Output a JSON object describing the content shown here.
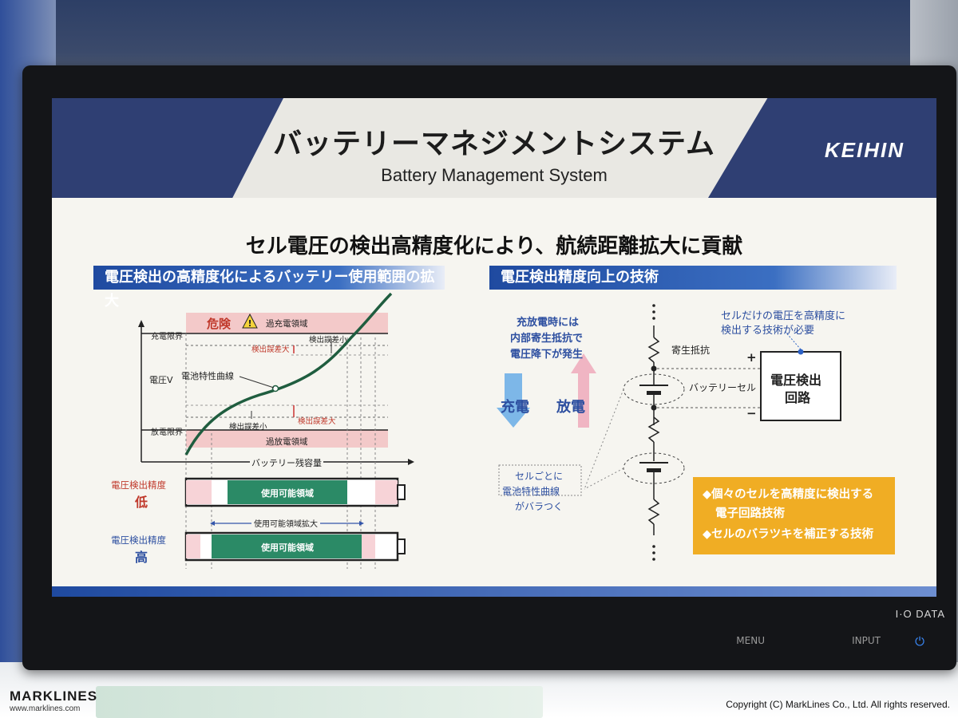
{
  "screen": {
    "title_jp": "バッテリーマネジメントシステム",
    "title_en": "Battery Management System",
    "logo": "KEIHIN",
    "headline": "セル電圧の検出高精度化により、航続距離拡大に貢献",
    "left_section_title": "電圧検出の高精度化によるバッテリー使用範囲の拡大",
    "right_section_title": "電圧検出精度向上の技術"
  },
  "graph": {
    "danger_label": "危険",
    "overcharge_region": "過充電領域",
    "overdischarge_region": "過放電領域",
    "charge_limit": "充電限界",
    "discharge_limit": "放電限界",
    "y_axis": "電圧V",
    "x_axis": "バッテリー残容量",
    "curve_label": "電池特性曲線",
    "error_large": "検出誤差大",
    "error_small": "検出誤差小"
  },
  "bars": {
    "low_label_1": "電圧検出精度",
    "low_label_2": "低",
    "high_label_1": "電圧検出精度",
    "high_label_2": "高",
    "usable_region": "使用可能領域",
    "expansion": "使用可能領域拡大"
  },
  "circuit": {
    "note_line1": "充放電時には",
    "note_line2": "内部寄生抵抗で",
    "note_line3": "電圧降下が発生",
    "charge": "充電",
    "discharge": "放電",
    "parasitic": "寄生抵抗",
    "battery_cell": "バッテリーセル",
    "plus": "+",
    "minus": "−",
    "detector_line1": "電圧検出",
    "detector_line2": "回路",
    "callout_line1": "セルだけの電圧を高精度に",
    "callout_line2": "検出する技術が必要",
    "vary_line1": "セルごとに",
    "vary_line2": "電池特性曲線",
    "vary_line3": "がバラつく",
    "bullet1_line1": "◆個々のセルを高精度に検出する",
    "bullet1_line2": "電子回路技術",
    "bullet2": "◆セルのバラツキを補正する技術"
  },
  "bezel": {
    "brand": "I·O DATA",
    "btn_menu": "MENU",
    "btn_input": "INPUT"
  },
  "watermark": {
    "name": "MARKLINES",
    "url": "www.marklines.com",
    "copyright": "Copyright (C) MarkLines Co., Ltd. All rights reserved."
  },
  "colors": {
    "navy": "#2f3f73",
    "section_blue": "#1f4aa0",
    "curve_green": "#1f5d3f",
    "usable_green": "#2b8a66",
    "danger_pink": "#f3c9c9",
    "callout_yellow": "#f0ad24",
    "arrow_blue": "#7db7e8",
    "arrow_pink": "#f0b5c3"
  }
}
